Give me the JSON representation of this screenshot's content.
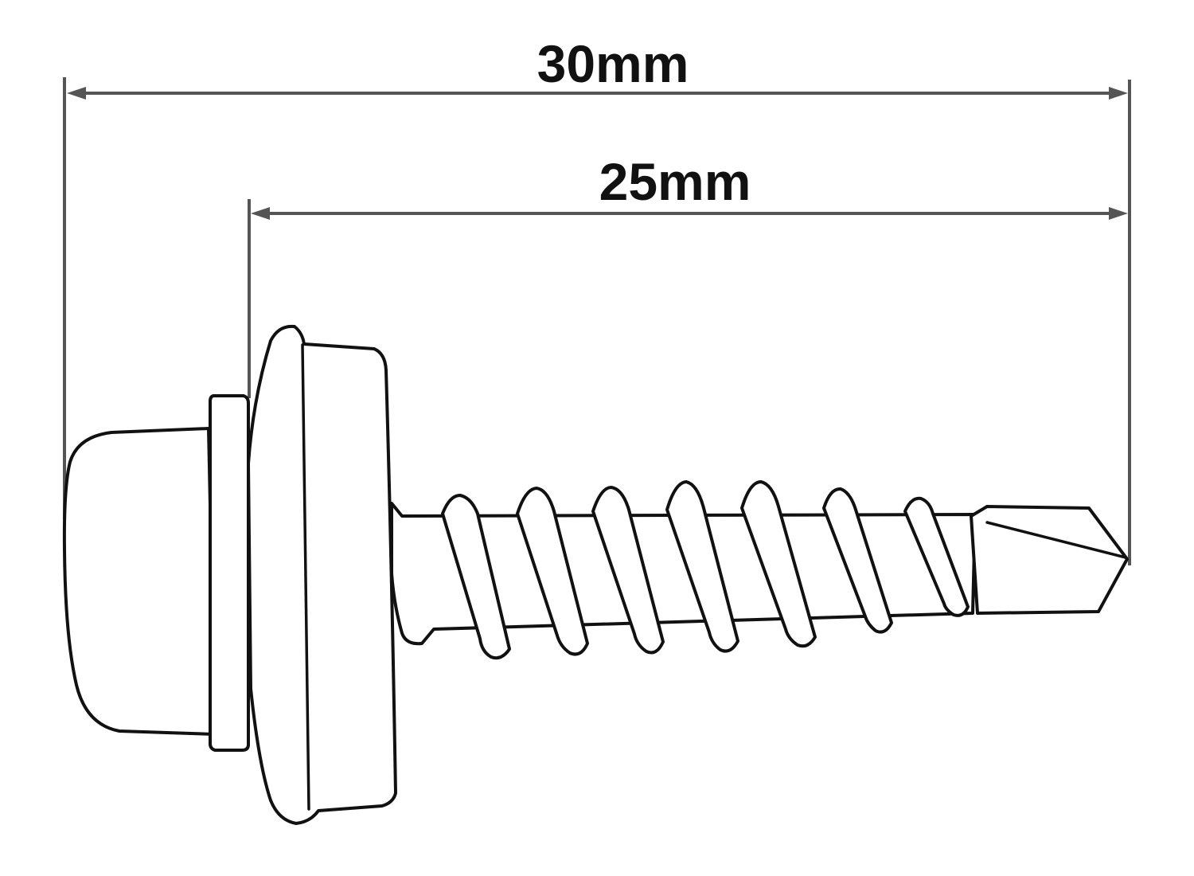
{
  "dimensions": {
    "total_length": {
      "label": "30mm"
    },
    "thread_length": {
      "label": "25mm"
    }
  },
  "colors": {
    "dimension_line": "#555555",
    "outline": "#111111",
    "background": "#ffffff"
  },
  "icons": {
    "screw": "self-drilling-hex-head-screw-with-washer"
  }
}
